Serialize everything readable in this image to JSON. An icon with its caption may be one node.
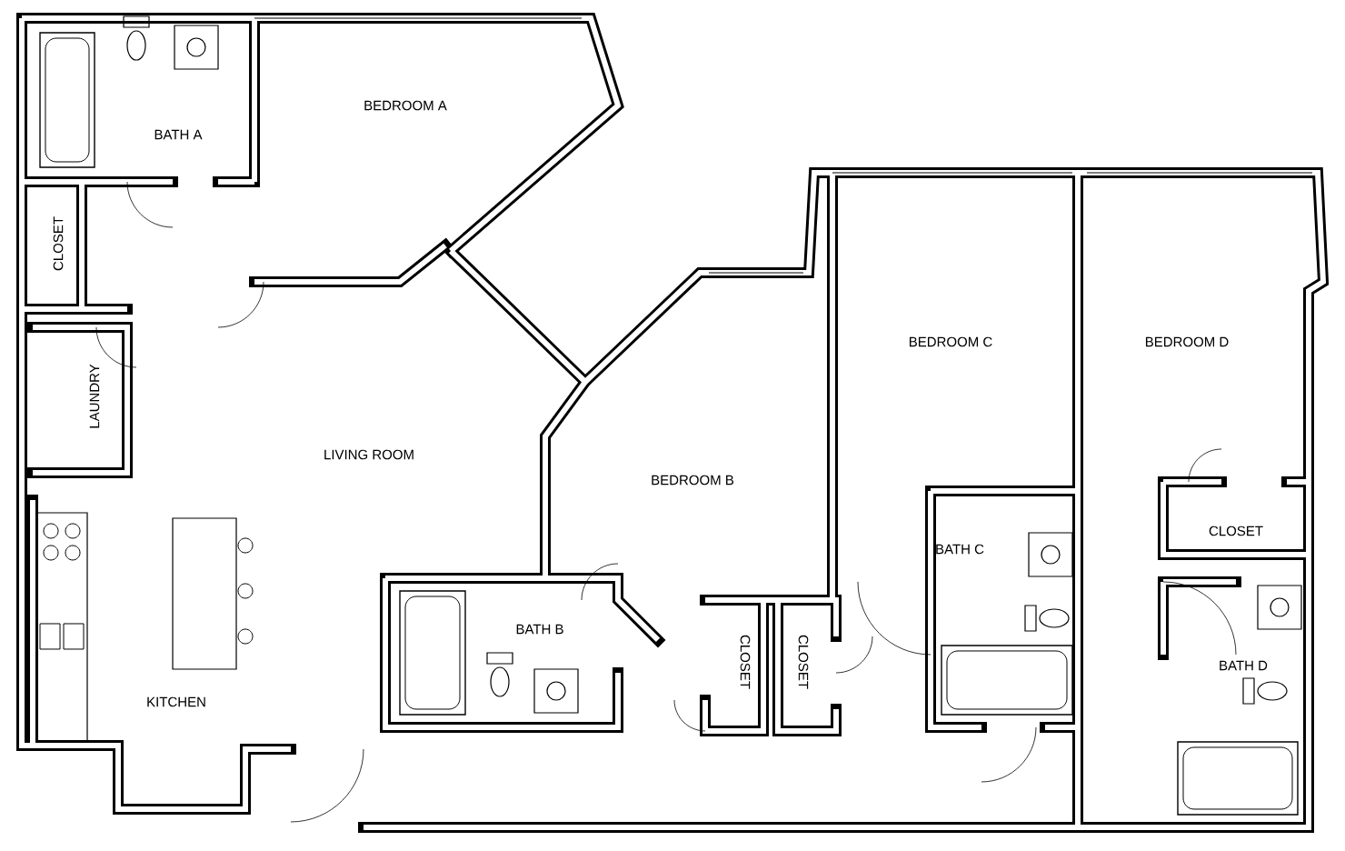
{
  "diagram": {
    "labels": [
      "BATH A",
      "BEDROOM A",
      "CLOSET",
      "LAUNDRY",
      "BEDROOM C",
      "BEDROOM D",
      "LIVING ROOM",
      "BEDROOM B",
      "CLOSET",
      "BATH C",
      "BATH B",
      "CLOSET",
      "CLOSET",
      "BATH D",
      "KITCHEN"
    ]
  }
}
